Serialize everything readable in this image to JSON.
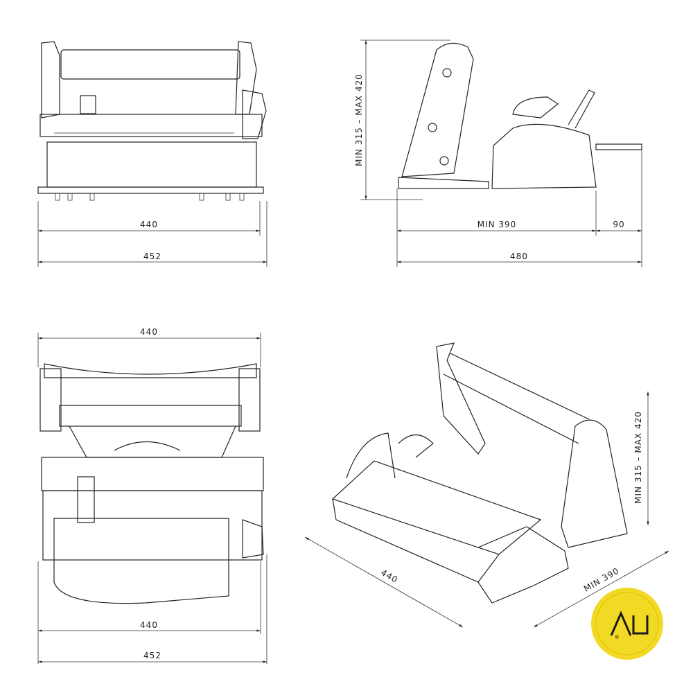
{
  "front_view": {
    "dim_inner": "440",
    "dim_outer": "452"
  },
  "side_view": {
    "dim_height": "MIN 315  –  MAX 420",
    "dim_base": "MIN 390",
    "dim_extension": "90",
    "dim_total": "480"
  },
  "top_view": {
    "dim_top": "440",
    "dim_inner": "440",
    "dim_outer": "452"
  },
  "iso_view": {
    "dim_width": "440",
    "dim_depth": "MIN 390",
    "dim_height": "MIN 315  –  MAX 420"
  },
  "logo": {
    "text": "AU",
    "color": "#f2d924",
    "mark_color": "#1a1a1a",
    "dot_color": "#b08a1e"
  }
}
